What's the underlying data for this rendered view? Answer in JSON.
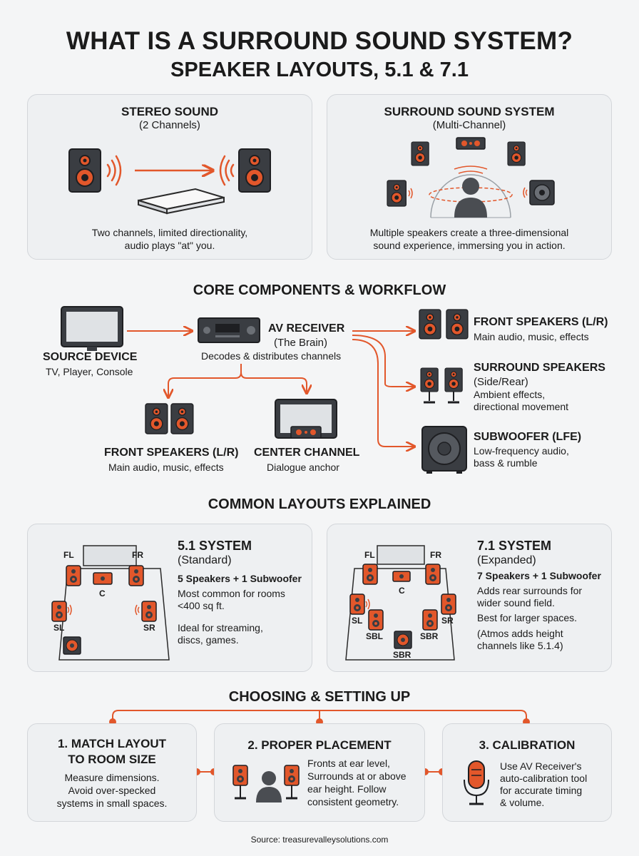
{
  "header": {
    "title_line1": "WHAT IS A SURROUND SOUND SYSTEM?",
    "title_line2": "SPEAKER LAYOUTS, 5.1 & 7.1"
  },
  "stereo_card": {
    "title": "STEREO SOUND",
    "subtitle": "(2 Channels)",
    "desc_line1": "Two channels, limited directionality,",
    "desc_line2": "audio plays \"at\" you."
  },
  "surround_card": {
    "title": "SURROUND SOUND SYSTEM",
    "subtitle": "(Multi-Channel)",
    "desc_line1": "Multiple speakers create a three-dimensional",
    "desc_line2": "sound experience, immersing you in action."
  },
  "core": {
    "heading": "CORE COMPONENTS & WORKFLOW",
    "source_title": "SOURCE DEVICE",
    "source_desc": "TV, Player, Console",
    "receiver_title": "AV RECEIVER",
    "receiver_sub": "(The Brain)",
    "receiver_desc": "Decodes & distributes channels",
    "front_left_title": "FRONT SPEAKERS (L/R)",
    "front_left_desc": "Main audio, music, effects",
    "center_title": "CENTER CHANNEL",
    "center_desc": "Dialogue anchor",
    "front_right_title": "FRONT SPEAKERS (L/R)",
    "front_right_desc": "Main audio, music, effects",
    "surround_title": "SURROUND SPEAKERS",
    "surround_sub": "(Side/Rear)",
    "surround_desc1": "Ambient effects,",
    "surround_desc2": "directional movement",
    "sub_title": "SUBWOOFER (LFE)",
    "sub_desc1": "Low-frequency audio,",
    "sub_desc2": "bass & rumble"
  },
  "layouts": {
    "heading": "COMMON LAYOUTS EXPLAINED",
    "five": {
      "title": "5.1 SYSTEM",
      "sub": "(Standard)",
      "count": "5 Speakers + 1 Subwoofer",
      "desc1": "Most common for rooms",
      "desc2": "<400 sq ft.",
      "desc3": "Ideal for streaming,",
      "desc4": "discs, games.",
      "labels": {
        "fl": "FL",
        "fr": "FR",
        "c": "C",
        "sl": "SL",
        "sr": "SR"
      }
    },
    "seven": {
      "title": "7.1 SYSTEM",
      "sub": "(Expanded)",
      "count": "7 Speakers + 1 Subwoofer",
      "desc1": "Adds rear surrounds for",
      "desc2": "wider sound field.",
      "desc3": "Best for larger spaces.",
      "desc4": "(Atmos adds height",
      "desc5": "channels like 5.1.4)",
      "labels": {
        "fl": "FL",
        "fr": "FR",
        "c": "C",
        "sl": "SL",
        "sr": "SR",
        "sbl": "SBL",
        "sbr": "SBR",
        "sbr2": "SBR"
      }
    }
  },
  "setup": {
    "heading": "CHOOSING & SETTING UP",
    "step1_title1": "1. MATCH LAYOUT",
    "step1_title2": "TO ROOM SIZE",
    "step1_desc1": "Measure dimensions.",
    "step1_desc2": "Avoid over-specked",
    "step1_desc3": "systems in small spaces.",
    "step2_title": "2. PROPER PLACEMENT",
    "step2_desc1": "Fronts at ear level,",
    "step2_desc2": "Surrounds at or above",
    "step2_desc3": "ear height. Follow",
    "step2_desc4": "consistent geometry.",
    "step3_title": "3. CALIBRATION",
    "step3_desc1": "Use AV Receiver's",
    "step3_desc2": "auto-calibration tool",
    "step3_desc3": "for accurate timing",
    "step3_desc4": "& volume."
  },
  "footer": {
    "source": "Source: treasurevalleysolutions.com"
  },
  "colors": {
    "accent": "#e2572b",
    "speaker_body": "#3a3d42",
    "card_bg": "#eef0f2",
    "border": "#d3d6da"
  }
}
